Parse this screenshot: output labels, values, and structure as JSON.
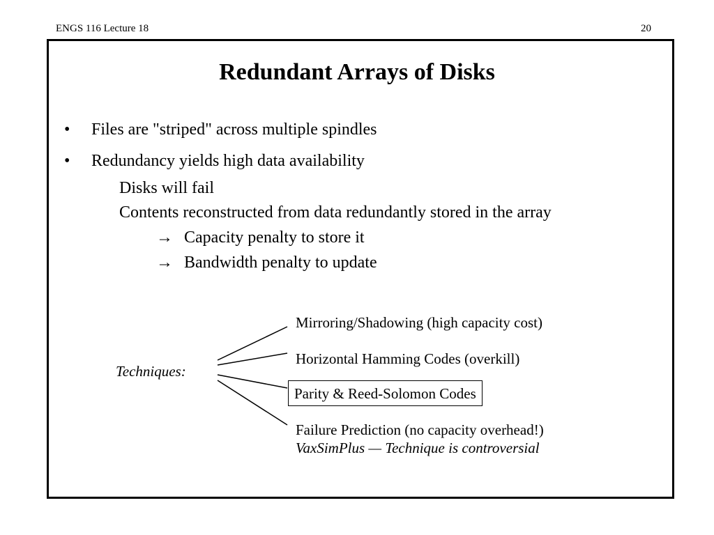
{
  "header": {
    "left": "ENGS 116  Lecture 18",
    "page_number": "20"
  },
  "title": "Redundant Arrays of Disks",
  "bullets": [
    {
      "marker": "•",
      "text": "Files are \"striped\" across multiple spindles"
    },
    {
      "marker": "•",
      "text": "Redundancy yields high data availability"
    }
  ],
  "sub_points": [
    "Disks will fail",
    "Contents reconstructed from data redundantly stored in the array"
  ],
  "arrow_points": [
    {
      "arrow": "→",
      "text": "Capacity penalty to store it"
    },
    {
      "arrow": "→",
      "text": "Bandwidth penalty to update"
    }
  ],
  "techniques": {
    "label": "Techniques:",
    "items": [
      "Mirroring/Shadowing (high capacity cost)",
      "Horizontal Hamming Codes (overkill)",
      "Parity & Reed-Solomon Codes",
      "Failure Prediction (no capacity overhead!)"
    ],
    "note": "VaxSimPlus — Technique is controversial"
  }
}
